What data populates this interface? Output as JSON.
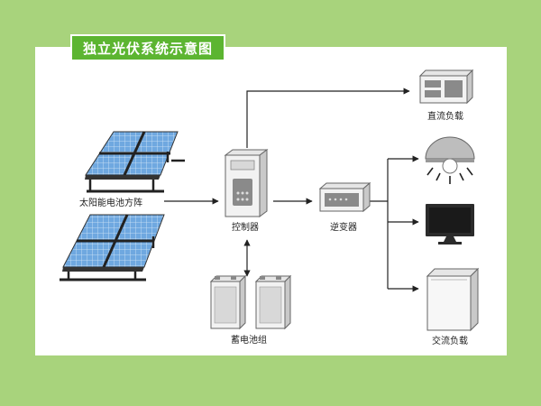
{
  "title": "独立光伏系统示意图",
  "colors": {
    "background": "#a8d37c",
    "panel": "#ffffff",
    "title_bg": "#5cb531",
    "solar_cell": "#6fa8e0",
    "line": "#222222"
  },
  "nodes": {
    "solar_array": {
      "label": "太阳能电池方阵",
      "icon": "solar-panel-icon"
    },
    "controller": {
      "label": "控制器",
      "icon": "controller-icon"
    },
    "inverter": {
      "label": "逆变器",
      "icon": "inverter-icon"
    },
    "battery": {
      "label": "蓄电池组",
      "icon": "battery-icon"
    },
    "dc_load": {
      "label": "直流负载",
      "icon": "dc-load-device-icon"
    },
    "ac_load": {
      "label": "交流负载",
      "icon": "ac-load-appliance-icon"
    },
    "lamp": {
      "icon": "lamp-icon"
    },
    "tv": {
      "icon": "television-icon"
    }
  },
  "edges": [
    {
      "from": "solar_array",
      "to": "controller"
    },
    {
      "from": "controller",
      "to": "dc_load"
    },
    {
      "from": "controller",
      "to": "inverter"
    },
    {
      "from": "controller",
      "to": "battery",
      "bidirectional": true
    },
    {
      "from": "inverter",
      "to": "lamp"
    },
    {
      "from": "inverter",
      "to": "tv"
    },
    {
      "from": "inverter",
      "to": "ac_load"
    }
  ]
}
